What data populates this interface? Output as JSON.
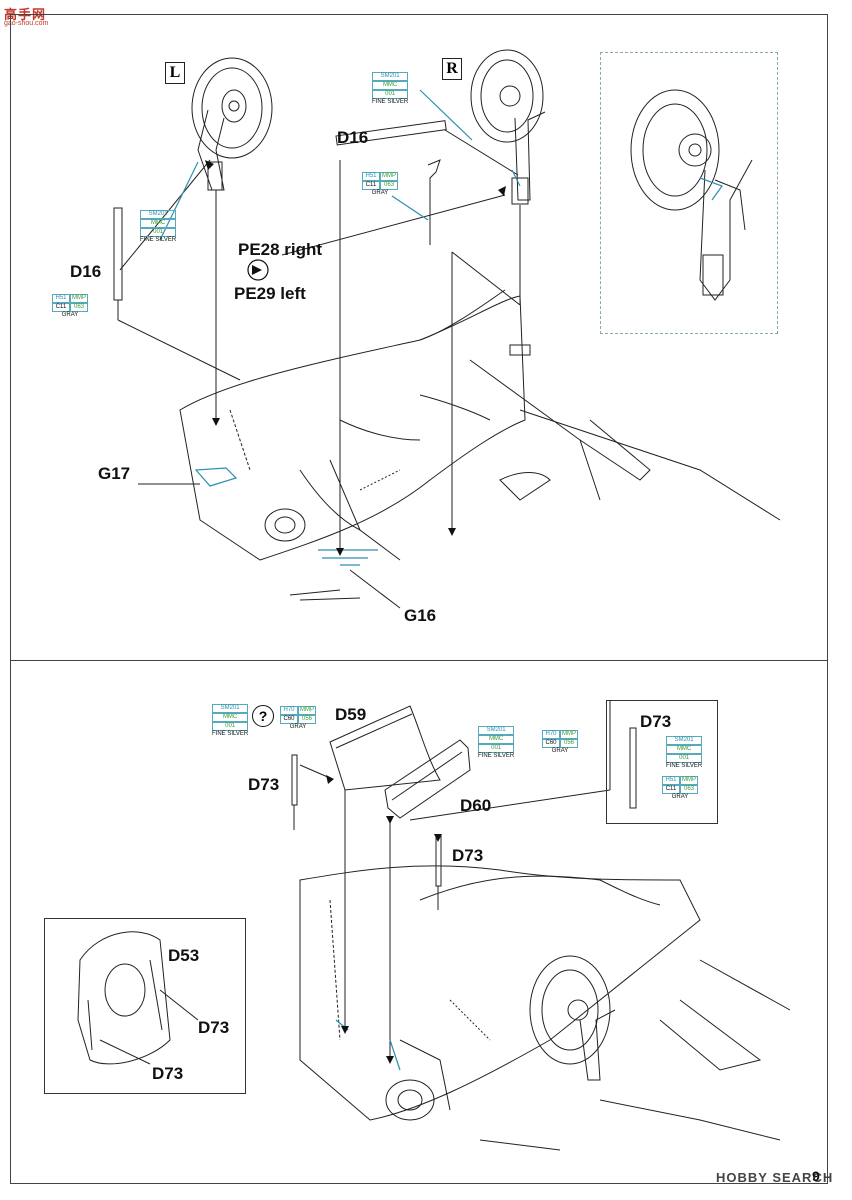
{
  "watermark": {
    "brand": "高手网",
    "url": "gao-shou.com"
  },
  "footer": {
    "brand": "HOBBY SEARCH",
    "page": "9"
  },
  "step1": {
    "side_left": "L",
    "side_right": "R",
    "label_d16_top": "D16",
    "label_d16_left": "D16",
    "label_pe28": "PE28 right",
    "label_pe29": "PE29 left",
    "label_g17": "G17",
    "label_g16": "G16",
    "paints": {
      "silver_top": {
        "code1": "SM201",
        "code2": "MMC",
        "code3": "001",
        "name": "FINE SILVER"
      },
      "gray_top": {
        "c1": "H51",
        "c2": "MMP",
        "c3": "C11",
        "c4": "063",
        "name": "GRAY"
      },
      "silver_left": {
        "code1": "SM201",
        "code2": "MMC",
        "code3": "001",
        "name": "FINE SILVER"
      },
      "gray_left": {
        "c1": "H51",
        "c2": "MMP",
        "c3": "C11",
        "c4": "063",
        "name": "GRAY"
      }
    }
  },
  "step2": {
    "label_d59": "D59",
    "label_d60": "D60",
    "label_d73_left": "D73",
    "label_d73_mid": "D73",
    "label_d73_box": "D73",
    "label_d53": "D53",
    "label_d73_inset1": "D73",
    "label_d73_inset2": "D73",
    "question": "?",
    "paints": {
      "silver_a": {
        "code1": "SM201",
        "code2": "MMC",
        "code3": "001",
        "name": "FINE SILVER"
      },
      "gray_a": {
        "c1": "H70",
        "c2": "MMP",
        "c3": "C60",
        "c4": "056",
        "name": "GRAY"
      },
      "silver_b": {
        "code1": "SM201",
        "code2": "MMC",
        "code3": "001",
        "name": "FINE SILVER"
      },
      "gray_b": {
        "c1": "H70",
        "c2": "MMP",
        "c3": "C60",
        "c4": "056",
        "name": "GRAY"
      },
      "silver_box": {
        "code1": "SM201",
        "code2": "MMC",
        "code3": "001",
        "name": "FINE SILVER"
      },
      "gray_box": {
        "c1": "H51",
        "c2": "MMP",
        "c3": "C11",
        "c4": "063",
        "name": "GRAY"
      }
    }
  },
  "colors": {
    "accent_blue": "#2d8fb0",
    "accent_green": "#3a9a3a",
    "line": "#222222"
  }
}
